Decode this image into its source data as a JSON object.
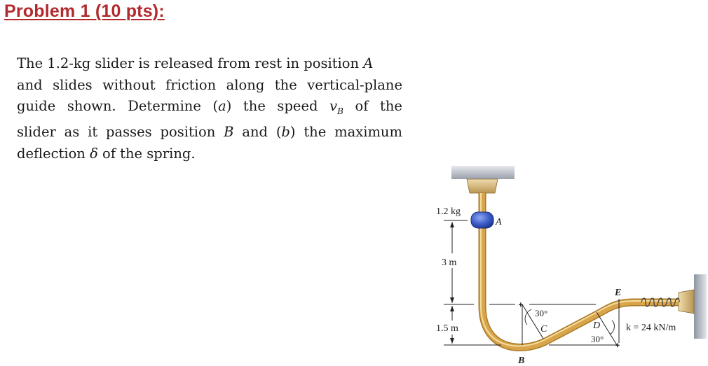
{
  "header": {
    "title": "Problem 1 (10 pts):"
  },
  "problem": {
    "lines": [
      {
        "pre": "The 1.2-kg slider is released from rest in position ",
        "var": "A",
        "post": ""
      },
      {
        "pre": "and slides without friction along the vertical-plane",
        "var": "",
        "post": ""
      },
      {
        "pre": "guide shown. Determine (",
        "var": "a",
        "post": ") the speed ",
        "var2": "v",
        "sub": "B",
        "post2": " of the"
      },
      {
        "pre": "slider as it passes position ",
        "var": "B",
        "post": " and (",
        "var2": "b",
        "post2": ") the maximum"
      },
      {
        "pre": "deflection ",
        "var": "δ",
        "post": " of the spring."
      }
    ]
  },
  "figure": {
    "mass_label": "1.2 kg",
    "point_a": "A",
    "point_b": "B",
    "point_c": "C",
    "point_d": "D",
    "point_e": "E",
    "dim_upper": "3 m",
    "dim_lower": "1.5 m",
    "angle_c": "30°",
    "angle_d": "30°",
    "spring_label": "k = 24 kN/m",
    "colors": {
      "title": "#b22a2e",
      "rod": "#d9a54a",
      "rod_highlight": "#f4dca0",
      "rod_shadow": "#a97a28",
      "slider": "#3a5bc7",
      "support": "#c8ccd4",
      "bushing": "#d7b97a"
    }
  }
}
